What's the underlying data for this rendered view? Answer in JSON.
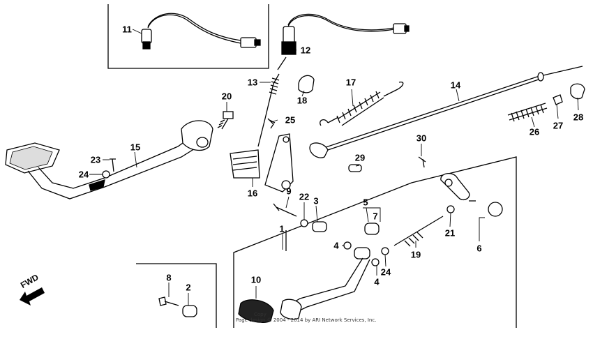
{
  "diagram": {
    "part_labels": [
      {
        "id": "11",
        "text": "11"
      },
      {
        "id": "12",
        "text": "12"
      },
      {
        "id": "13",
        "text": "13"
      },
      {
        "id": "18",
        "text": "18"
      },
      {
        "id": "17",
        "text": "17"
      },
      {
        "id": "14",
        "text": "14"
      },
      {
        "id": "20",
        "text": "20"
      },
      {
        "id": "25",
        "text": "25"
      },
      {
        "id": "15",
        "text": "15"
      },
      {
        "id": "23",
        "text": "23"
      },
      {
        "id": "24a",
        "text": "24"
      },
      {
        "id": "16",
        "text": "16"
      },
      {
        "id": "9",
        "text": "9"
      },
      {
        "id": "22",
        "text": "22"
      },
      {
        "id": "3",
        "text": "3"
      },
      {
        "id": "29",
        "text": "29"
      },
      {
        "id": "30",
        "text": "30"
      },
      {
        "id": "26",
        "text": "26"
      },
      {
        "id": "27",
        "text": "27"
      },
      {
        "id": "28",
        "text": "28"
      },
      {
        "id": "1",
        "text": "1"
      },
      {
        "id": "5",
        "text": "5"
      },
      {
        "id": "7",
        "text": "7"
      },
      {
        "id": "4a",
        "text": "4"
      },
      {
        "id": "4b",
        "text": "4"
      },
      {
        "id": "24b",
        "text": "24"
      },
      {
        "id": "19",
        "text": "19"
      },
      {
        "id": "21",
        "text": "21"
      },
      {
        "id": "6",
        "text": "6"
      },
      {
        "id": "10",
        "text": "10"
      },
      {
        "id": "8",
        "text": "8"
      },
      {
        "id": "2",
        "text": "2"
      }
    ],
    "direction_marker": "FWD",
    "copyright_line_1": "Copy",
    "copyright_line_2": "Page design © 2004 - 2014 by ARI Network Services, Inc."
  }
}
